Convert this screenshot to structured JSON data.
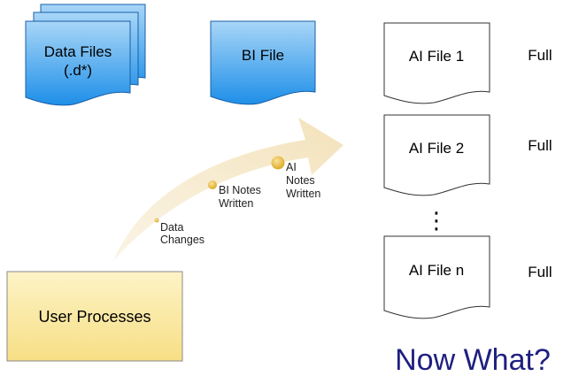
{
  "data_files": {
    "line1": "Data Files",
    "line2": "(.d*)"
  },
  "bi_file": {
    "label": "BI File"
  },
  "ai_files": [
    {
      "label": "AI File 1",
      "status": "Full"
    },
    {
      "label": "AI File 2",
      "status": "Full"
    },
    {
      "label": "AI File n",
      "status": "Full"
    }
  ],
  "ellipsis": "⋮",
  "user_processes": {
    "label": "User Processes"
  },
  "arrow_steps": [
    {
      "lines": [
        "Data",
        "Changes"
      ]
    },
    {
      "lines": [
        "BI Notes",
        "Written"
      ]
    },
    {
      "lines": [
        "AI",
        "Notes",
        "Written"
      ]
    }
  ],
  "question": "Now What?",
  "colors": {
    "blue_box_top": "#a8d6f7",
    "blue_box_bottom": "#1e8fe8",
    "yellow_box": "#fbe9a4",
    "arrow_fill": "#f6e9c6",
    "dot_fill": "#e7b93a",
    "question_text": "#1f1f80"
  }
}
